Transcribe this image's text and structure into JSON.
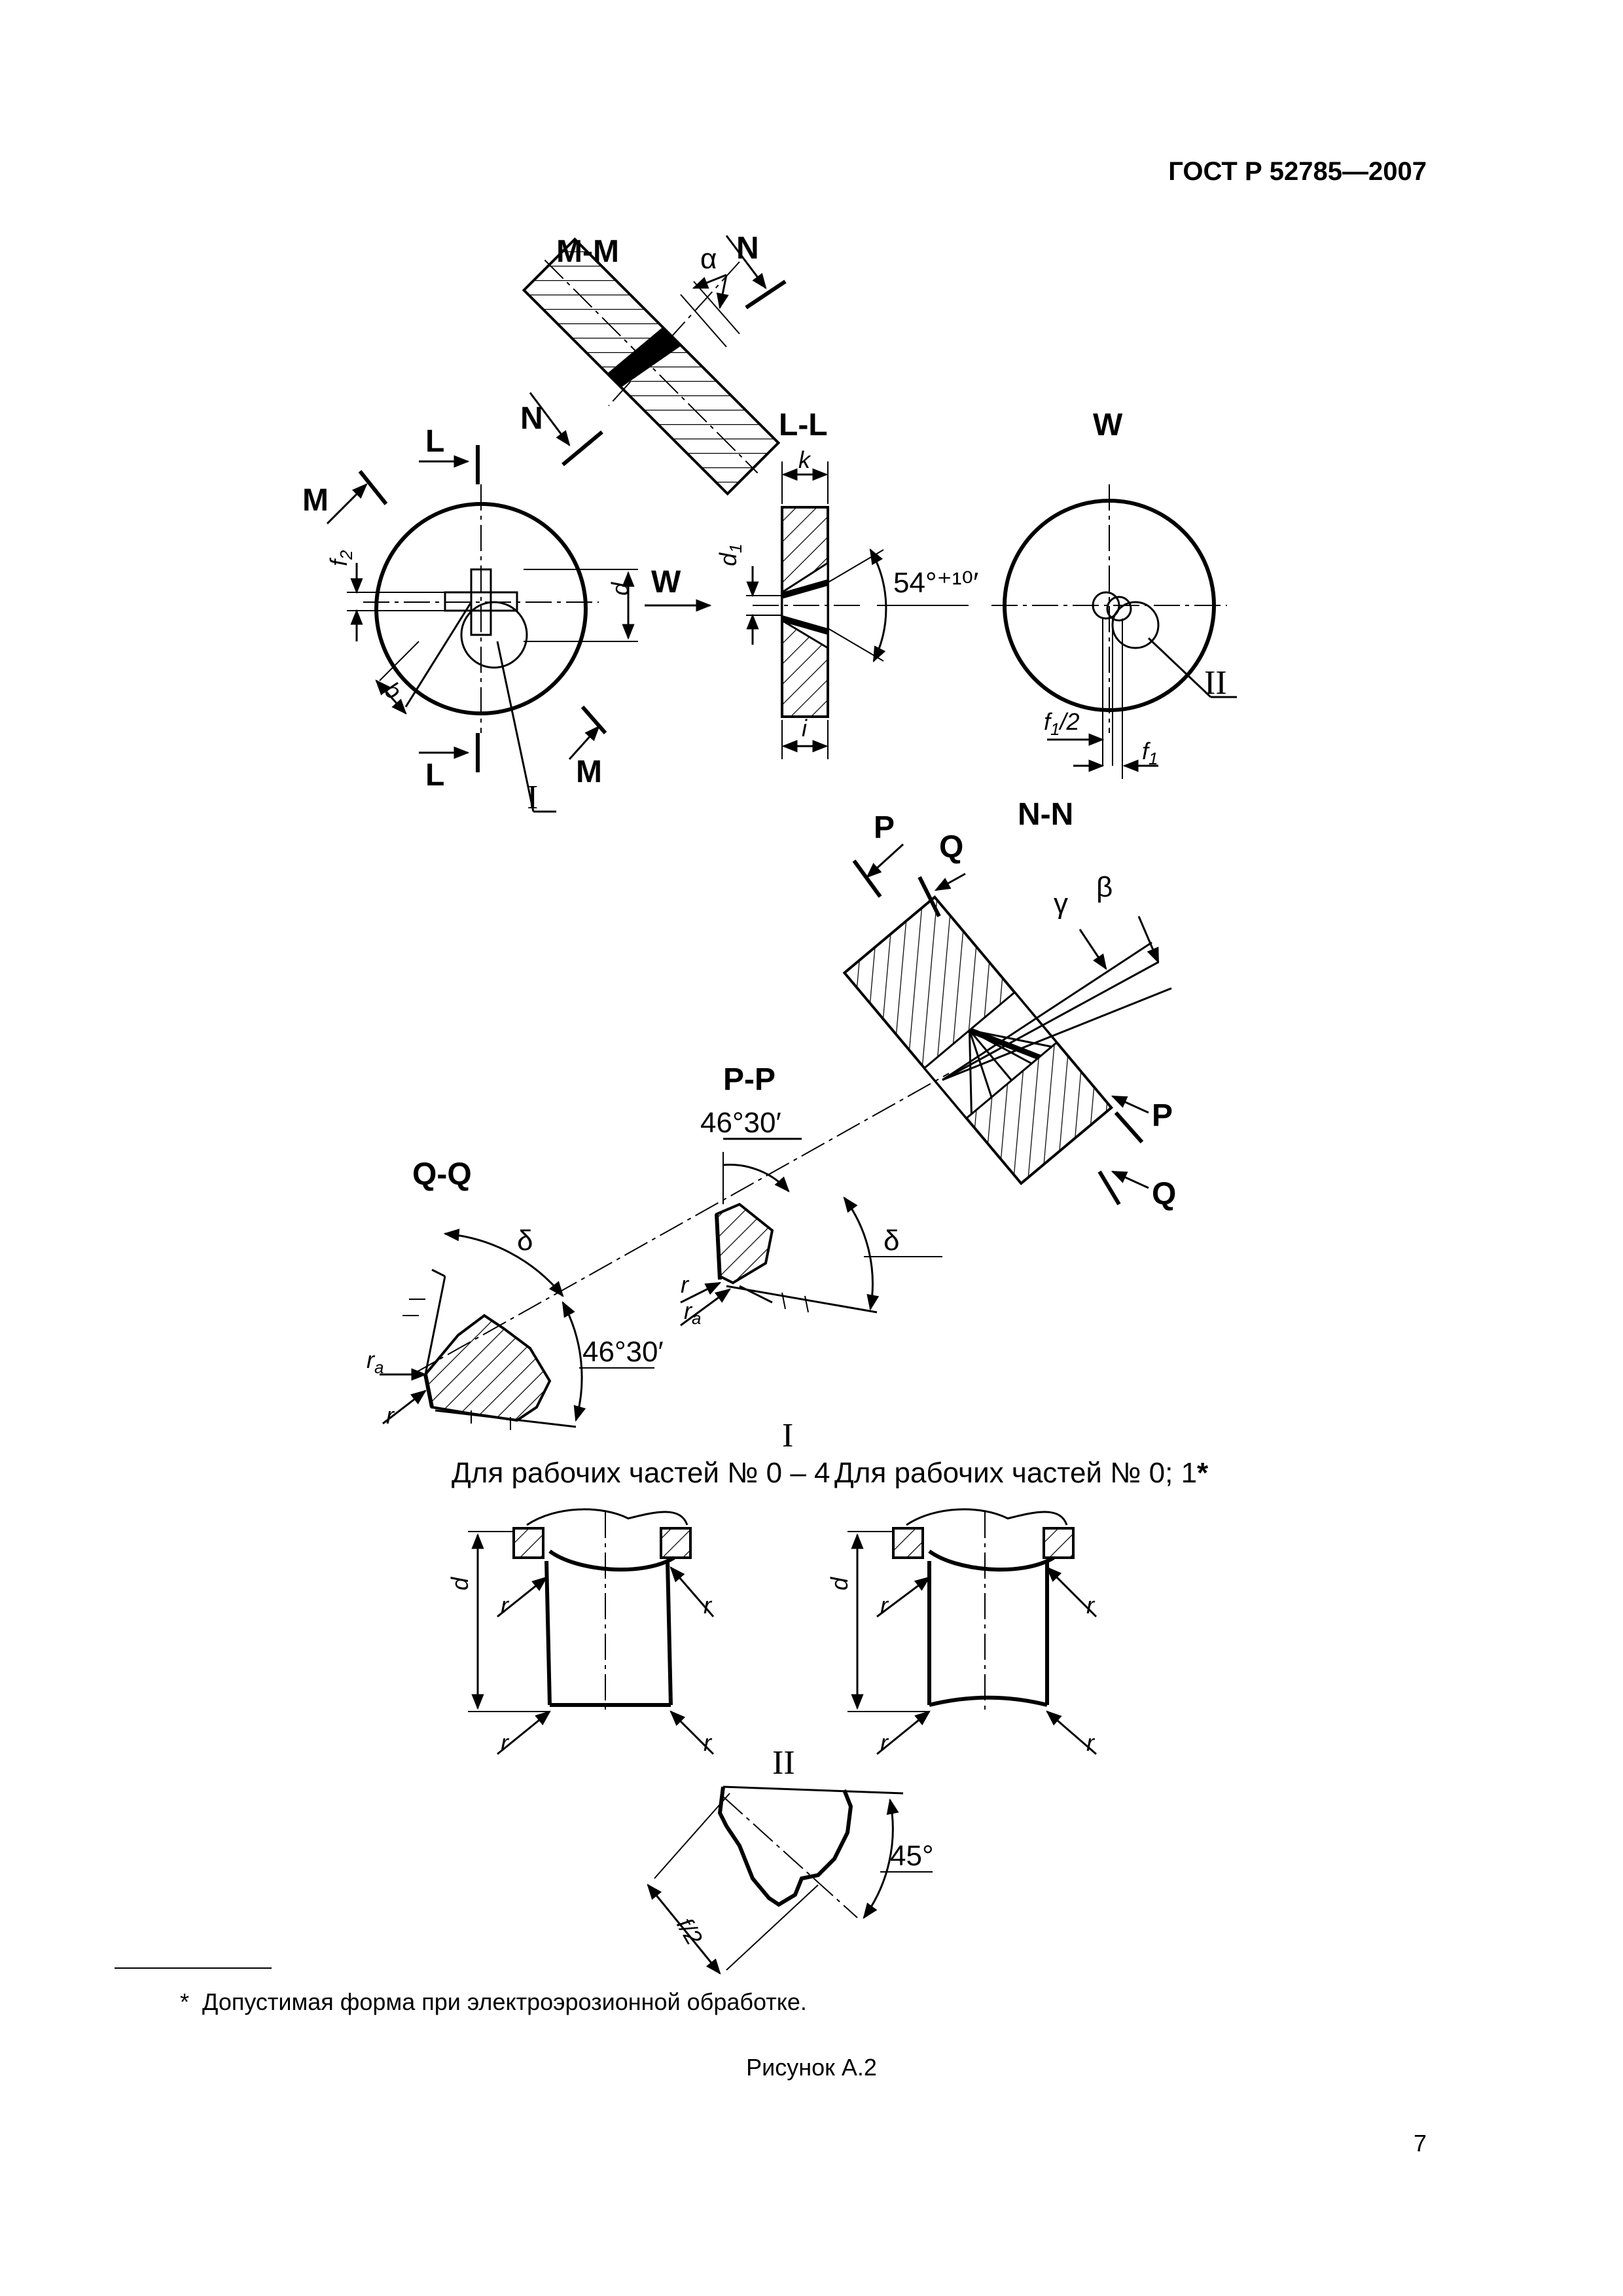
{
  "header": {
    "standard": "ГОСТ Р 52785—2007"
  },
  "labels": {
    "mm": "M-M",
    "ll": "L-L",
    "w": "W",
    "nn": "N-N",
    "pp": "P-P",
    "qq": "Q-Q",
    "alpha": "α",
    "gamma": "γ",
    "beta": "β",
    "delta": "δ",
    "angle_54": "54°⁺¹⁰′",
    "angle_4630": "46°30′",
    "angle_45": "45°",
    "detail_1": "I",
    "detail_2": "II",
    "L": "L",
    "M": "M",
    "N": "N",
    "P": "P",
    "Q": "Q",
    "W": "W",
    "d": "d",
    "d1": "d",
    "f2": "f",
    "b": "b",
    "k": "k",
    "i": "i",
    "f1_half": "f",
    "f1": "f",
    "r": "r",
    "ra": "r",
    "f_half": "f/2",
    "sub_1": "1",
    "sub_2": "2",
    "sub_a": "a",
    "half": "/2"
  },
  "detail_I": {
    "left_caption": "Для рабочих частей № 0 – 4",
    "right_caption": "Для рабочих частей № 0; 1",
    "asterisk": "*"
  },
  "footnote": {
    "mark": "*",
    "text": "Допустимая форма при электроэрозионной обработке."
  },
  "figure_caption": "Рисунок А.2",
  "page_number": "7"
}
